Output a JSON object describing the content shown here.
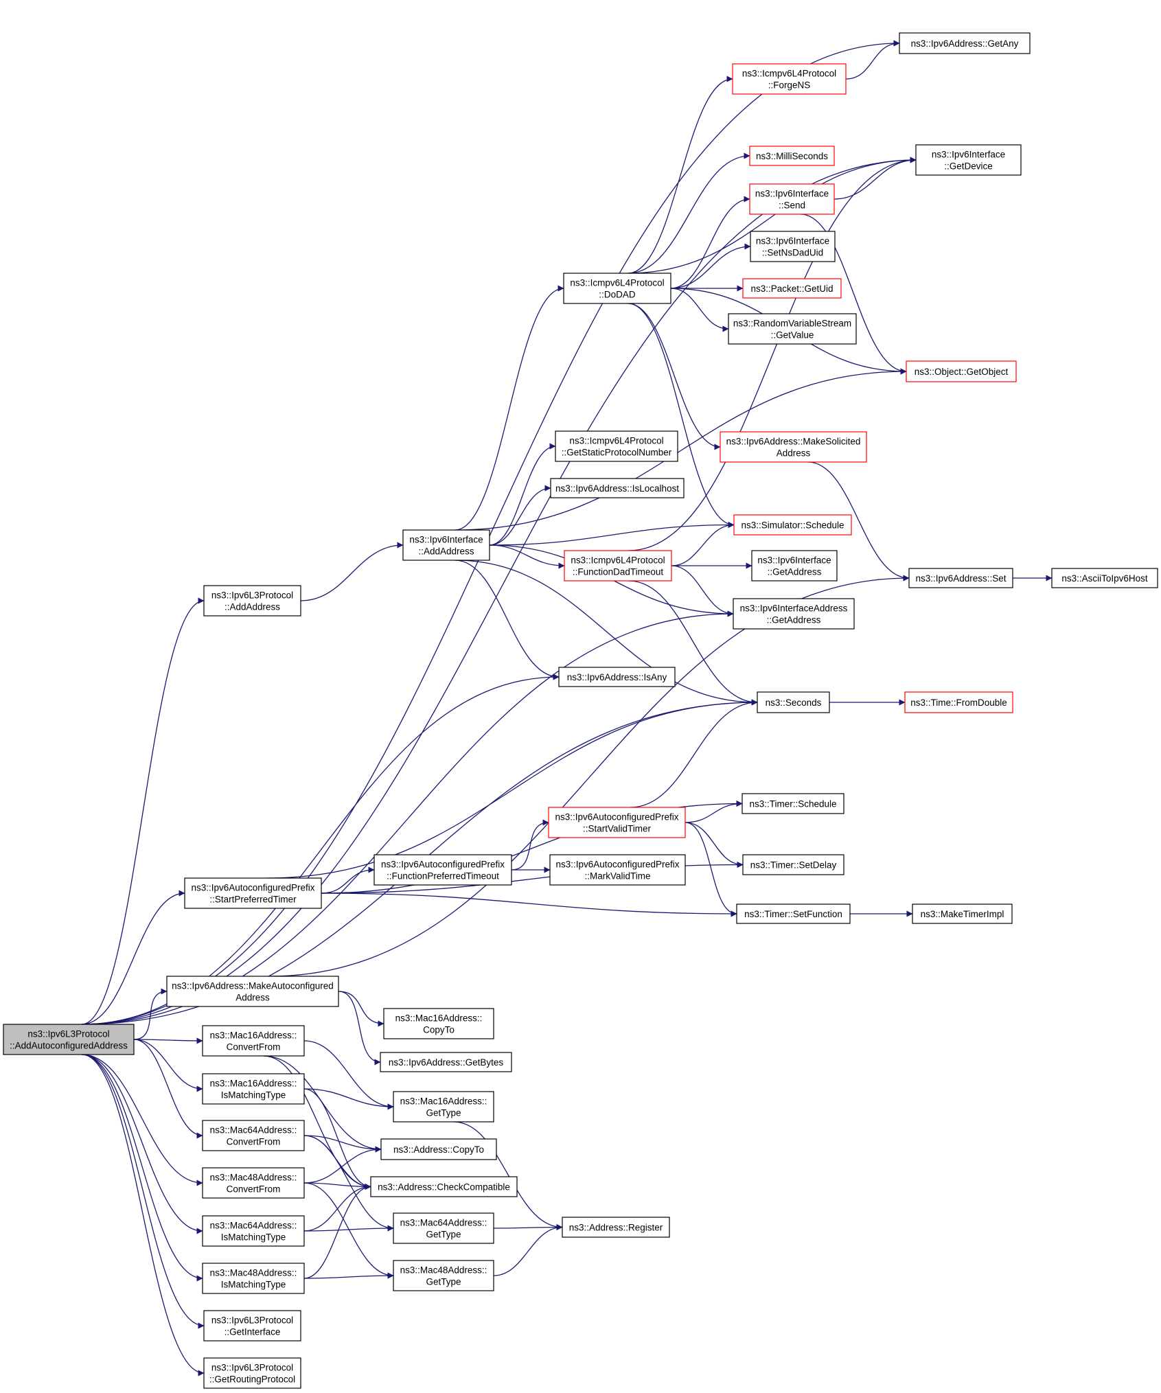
{
  "colors": {
    "edge": "#191970",
    "node_border": "#000000",
    "node_border_incomplete": "#ff0000",
    "root_fill": "#bfbfbf"
  },
  "nodes": [
    {
      "id": "root",
      "lines": [
        "ns3::Ipv6L3Protocol",
        "::AddAutoconfiguredAddress"
      ],
      "style": "root"
    },
    {
      "id": "getany",
      "lines": [
        "ns3::Ipv6Address::GetAny"
      ]
    },
    {
      "id": "forgens",
      "lines": [
        "ns3::Icmpv6L4Protocol",
        "::ForgeNS"
      ],
      "style": "red"
    },
    {
      "id": "getdevice",
      "lines": [
        "ns3::Ipv6Interface",
        "::GetDevice"
      ]
    },
    {
      "id": "millis",
      "lines": [
        "ns3::MilliSeconds"
      ],
      "style": "red"
    },
    {
      "id": "ifsend",
      "lines": [
        "ns3::Ipv6Interface",
        "::Send"
      ],
      "style": "red"
    },
    {
      "id": "setnsdad",
      "lines": [
        "ns3::Ipv6Interface",
        "::SetNsDadUid"
      ]
    },
    {
      "id": "dodad",
      "lines": [
        "ns3::Icmpv6L4Protocol",
        "::DoDAD"
      ]
    },
    {
      "id": "pktuid",
      "lines": [
        "ns3::Packet::GetUid"
      ],
      "style": "red"
    },
    {
      "id": "rvsget",
      "lines": [
        "ns3::RandomVariableStream",
        "::GetValue"
      ]
    },
    {
      "id": "getobject",
      "lines": [
        "ns3::Object::GetObject"
      ],
      "style": "red"
    },
    {
      "id": "getstatic",
      "lines": [
        "ns3::Icmpv6L4Protocol",
        "::GetStaticProtocolNumber"
      ]
    },
    {
      "id": "makesol",
      "lines": [
        "ns3::Ipv6Address::MakeSolicited",
        "Address"
      ],
      "style": "red"
    },
    {
      "id": "islocal",
      "lines": [
        "ns3::Ipv6Address::IsLocalhost"
      ]
    },
    {
      "id": "ifaddaddr",
      "lines": [
        "ns3::Ipv6Interface",
        "::AddAddress"
      ]
    },
    {
      "id": "simsched",
      "lines": [
        "ns3::Simulator::Schedule"
      ],
      "style": "red"
    },
    {
      "id": "fdadto",
      "lines": [
        "ns3::Icmpv6L4Protocol",
        "::FunctionDadTimeout"
      ],
      "style": "red"
    },
    {
      "id": "ifgetaddr",
      "lines": [
        "ns3::Ipv6Interface",
        "::GetAddress"
      ]
    },
    {
      "id": "l3addaddr",
      "lines": [
        "ns3::Ipv6L3Protocol",
        "::AddAddress"
      ]
    },
    {
      "id": "ipv6set",
      "lines": [
        "ns3::Ipv6Address::Set"
      ]
    },
    {
      "id": "ascii",
      "lines": [
        "ns3::AsciiToIpv6Host"
      ]
    },
    {
      "id": "ifaddrget",
      "lines": [
        "ns3::Ipv6InterfaceAddress",
        "::GetAddress"
      ]
    },
    {
      "id": "isany",
      "lines": [
        "ns3::Ipv6Address::IsAny"
      ]
    },
    {
      "id": "seconds",
      "lines": [
        "ns3::Seconds"
      ]
    },
    {
      "id": "fromdouble",
      "lines": [
        "ns3::Time::FromDouble"
      ],
      "style": "red"
    },
    {
      "id": "startvalid",
      "lines": [
        "ns3::Ipv6AutoconfiguredPrefix",
        "::StartValidTimer"
      ],
      "style": "red"
    },
    {
      "id": "timersched",
      "lines": [
        "ns3::Timer::Schedule"
      ]
    },
    {
      "id": "fpreft",
      "lines": [
        "ns3::Ipv6AutoconfiguredPrefix",
        "::FunctionPreferredTimeout"
      ]
    },
    {
      "id": "markvalid",
      "lines": [
        "ns3::Ipv6AutoconfiguredPrefix",
        "::MarkValidTime"
      ]
    },
    {
      "id": "setdelay",
      "lines": [
        "ns3::Timer::SetDelay"
      ]
    },
    {
      "id": "startpref",
      "lines": [
        "ns3::Ipv6AutoconfiguredPrefix",
        "::StartPreferredTimer"
      ]
    },
    {
      "id": "setfunc",
      "lines": [
        "ns3::Timer::SetFunction"
      ]
    },
    {
      "id": "maketimer",
      "lines": [
        "ns3::MakeTimerImpl"
      ]
    },
    {
      "id": "makeauto",
      "lines": [
        "ns3::Ipv6Address::MakeAutoconfigured",
        "Address"
      ]
    },
    {
      "id": "m16copyto",
      "lines": [
        "ns3::Mac16Address::",
        "CopyTo"
      ]
    },
    {
      "id": "m16conv",
      "lines": [
        "ns3::Mac16Address::",
        "ConvertFrom"
      ]
    },
    {
      "id": "getbytes",
      "lines": [
        "ns3::Ipv6Address::GetBytes"
      ]
    },
    {
      "id": "m16match",
      "lines": [
        "ns3::Mac16Address::",
        "IsMatchingType"
      ]
    },
    {
      "id": "m16type",
      "lines": [
        "ns3::Mac16Address::",
        "GetType"
      ]
    },
    {
      "id": "m64conv",
      "lines": [
        "ns3::Mac64Address::",
        "ConvertFrom"
      ]
    },
    {
      "id": "addrcopyto",
      "lines": [
        "ns3::Address::CopyTo"
      ]
    },
    {
      "id": "m48conv",
      "lines": [
        "ns3::Mac48Address::",
        "ConvertFrom"
      ]
    },
    {
      "id": "checkcompat",
      "lines": [
        "ns3::Address::CheckCompatible"
      ]
    },
    {
      "id": "m64match",
      "lines": [
        "ns3::Mac64Address::",
        "IsMatchingType"
      ]
    },
    {
      "id": "m64type",
      "lines": [
        "ns3::Mac64Address::",
        "GetType"
      ]
    },
    {
      "id": "register",
      "lines": [
        "ns3::Address::Register"
      ]
    },
    {
      "id": "m48match",
      "lines": [
        "ns3::Mac48Address::",
        "IsMatchingType"
      ]
    },
    {
      "id": "m48type",
      "lines": [
        "ns3::Mac48Address::",
        "GetType"
      ]
    },
    {
      "id": "getiface",
      "lines": [
        "ns3::Ipv6L3Protocol",
        "::GetInterface"
      ]
    },
    {
      "id": "getrouting",
      "lines": [
        "ns3::Ipv6L3Protocol",
        "::GetRoutingProtocol"
      ]
    }
  ],
  "edges": [
    [
      "root",
      "getany"
    ],
    [
      "root",
      "getdevice"
    ],
    [
      "root",
      "l3addaddr"
    ],
    [
      "root",
      "isany"
    ],
    [
      "root",
      "ifaddrget"
    ],
    [
      "root",
      "seconds"
    ],
    [
      "root",
      "startpref"
    ],
    [
      "root",
      "makeauto"
    ],
    [
      "root",
      "m16conv"
    ],
    [
      "root",
      "m16match"
    ],
    [
      "root",
      "m64conv"
    ],
    [
      "root",
      "m48conv"
    ],
    [
      "root",
      "m64match"
    ],
    [
      "root",
      "m48match"
    ],
    [
      "root",
      "getiface"
    ],
    [
      "root",
      "getrouting"
    ],
    [
      "l3addaddr",
      "ifaddaddr"
    ],
    [
      "ifaddaddr",
      "dodad"
    ],
    [
      "ifaddaddr",
      "getstatic"
    ],
    [
      "ifaddaddr",
      "islocal"
    ],
    [
      "ifaddaddr",
      "simsched"
    ],
    [
      "ifaddaddr",
      "fdadto"
    ],
    [
      "ifaddaddr",
      "ifaddrget"
    ],
    [
      "ifaddaddr",
      "isany"
    ],
    [
      "ifaddaddr",
      "seconds"
    ],
    [
      "ifaddaddr",
      "getobject"
    ],
    [
      "dodad",
      "forgens"
    ],
    [
      "dodad",
      "getdevice"
    ],
    [
      "dodad",
      "millis"
    ],
    [
      "dodad",
      "ifsend"
    ],
    [
      "dodad",
      "setnsdad"
    ],
    [
      "dodad",
      "pktuid"
    ],
    [
      "dodad",
      "rvsget"
    ],
    [
      "dodad",
      "getobject"
    ],
    [
      "dodad",
      "makesol"
    ],
    [
      "dodad",
      "simsched"
    ],
    [
      "forgens",
      "getany"
    ],
    [
      "ifsend",
      "getdevice"
    ],
    [
      "ifsend",
      "getobject"
    ],
    [
      "makesol",
      "ipv6set"
    ],
    [
      "ipv6set",
      "ascii"
    ],
    [
      "fdadto",
      "getdevice"
    ],
    [
      "fdadto",
      "simsched"
    ],
    [
      "fdadto",
      "ifgetaddr"
    ],
    [
      "fdadto",
      "ifaddrget"
    ],
    [
      "fdadto",
      "seconds"
    ],
    [
      "seconds",
      "fromdouble"
    ],
    [
      "startpref",
      "seconds"
    ],
    [
      "startpref",
      "timersched"
    ],
    [
      "startpref",
      "fpreft"
    ],
    [
      "startpref",
      "setdelay"
    ],
    [
      "startpref",
      "setfunc"
    ],
    [
      "fpreft",
      "startvalid"
    ],
    [
      "fpreft",
      "markvalid"
    ],
    [
      "startvalid",
      "seconds"
    ],
    [
      "startvalid",
      "timersched"
    ],
    [
      "startvalid",
      "setdelay"
    ],
    [
      "startvalid",
      "setfunc"
    ],
    [
      "setfunc",
      "maketimer"
    ],
    [
      "makeauto",
      "ipv6set"
    ],
    [
      "makeauto",
      "m16copyto"
    ],
    [
      "makeauto",
      "getbytes"
    ],
    [
      "m16conv",
      "m16type"
    ],
    [
      "m16conv",
      "addrcopyto"
    ],
    [
      "m16conv",
      "checkcompat"
    ],
    [
      "m16match",
      "m16type"
    ],
    [
      "m16match",
      "checkcompat"
    ],
    [
      "m64conv",
      "addrcopyto"
    ],
    [
      "m64conv",
      "checkcompat"
    ],
    [
      "m64conv",
      "m64type"
    ],
    [
      "m48conv",
      "addrcopyto"
    ],
    [
      "m48conv",
      "checkcompat"
    ],
    [
      "m48conv",
      "m48type"
    ],
    [
      "m64match",
      "m64type"
    ],
    [
      "m64match",
      "checkcompat"
    ],
    [
      "m48match",
      "m48type"
    ],
    [
      "m48match",
      "checkcompat"
    ],
    [
      "m16type",
      "register"
    ],
    [
      "m64type",
      "register"
    ],
    [
      "m48type",
      "register"
    ]
  ]
}
